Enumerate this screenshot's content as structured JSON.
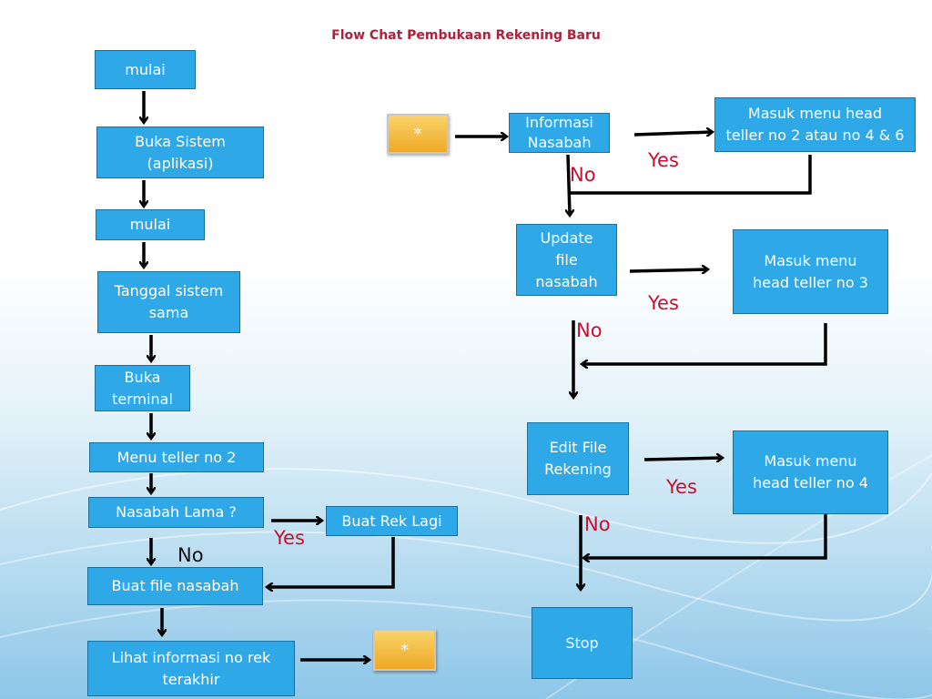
{
  "title": "Flow Chat Pembukaan Rekening Baru",
  "left_column": {
    "mulai_1": "mulai",
    "buka_sistem": "Buka Sistem\n(aplikasi)",
    "mulai_2": "mulai",
    "tanggal_sistem": "Tanggal sistem\nsama",
    "buka_terminal": "Buka\nterminal",
    "menu_teller": "Menu teller no 2",
    "nasabah_lama": "Nasabah Lama ?",
    "buat_rek_lagi": "Buat Rek Lagi",
    "buat_file": "Buat file nasabah",
    "lihat_info": "Lihat informasi no rek\nterakhir",
    "connector": "*",
    "yes_label": "Yes",
    "no_label": "No"
  },
  "right_column": {
    "connector": "*",
    "informasi_nasabah": "Informasi\nNasabah",
    "masuk_menu_2_4_6": "Masuk menu head\nteller no 2 atau no 4 & 6",
    "update_file": "Update\nfile\nnasabah",
    "masuk_menu_3": "Masuk menu\nhead teller no 3",
    "edit_file": "Edit File\nRekening",
    "masuk_menu_4": "Masuk menu\nhead teller no 4",
    "stop": "Stop",
    "yes_1": "Yes",
    "no_1": "No",
    "yes_2": "Yes",
    "no_2": "No",
    "yes_3": "Yes",
    "no_3": "No"
  },
  "colors": {
    "box_fill": "#2ea8e6",
    "connector_fill": "#f0a928",
    "title": "#b0203a",
    "label_red": "#c8102e"
  }
}
